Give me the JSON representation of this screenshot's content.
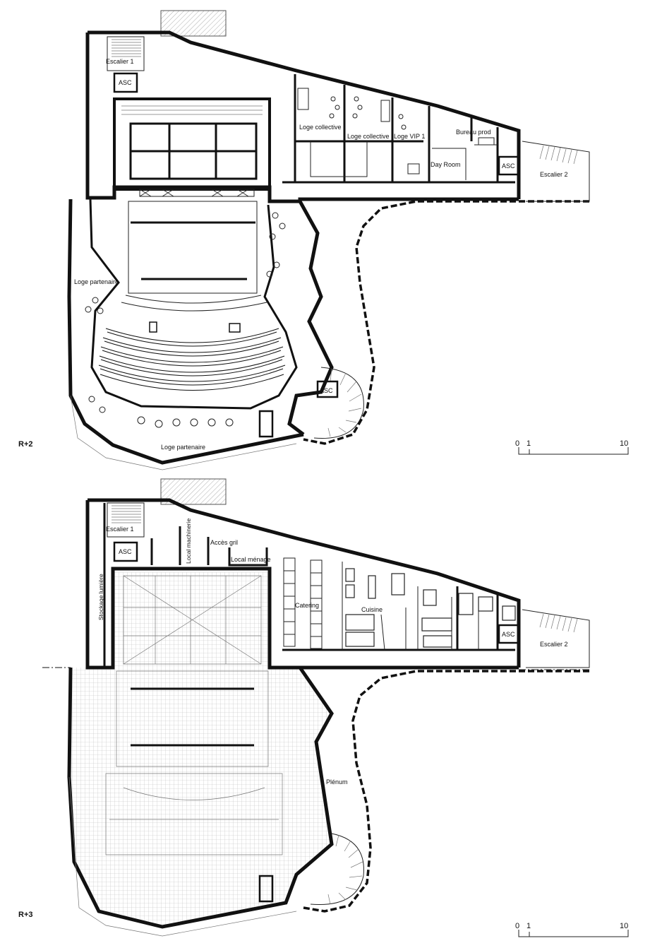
{
  "plans": [
    {
      "level": "R+2",
      "rooms": [
        "Escalier 1",
        "ASC",
        "Loge collective",
        "Loge collective",
        "Loge VIP 1",
        "Bureau prod",
        "Day Room",
        "ASC",
        "Escalier 2",
        "Loge partenaire",
        "Loge partenaire",
        "ASC"
      ],
      "scale": {
        "start": "0",
        "mid": "1",
        "end": "10"
      }
    },
    {
      "level": "R+3",
      "rooms": [
        "Escalier 1",
        "ASC",
        "Stockage lumière",
        "Local machinerie",
        "Accès gril",
        "Local ménage",
        "Catering",
        "Cuisine",
        "ASC",
        "Escalier 2",
        "Plénum"
      ],
      "scale": {
        "start": "0",
        "mid": "1",
        "end": "10"
      }
    }
  ],
  "colors": {
    "ink": "#111111",
    "paper": "#ffffff",
    "grey": "#777777"
  }
}
